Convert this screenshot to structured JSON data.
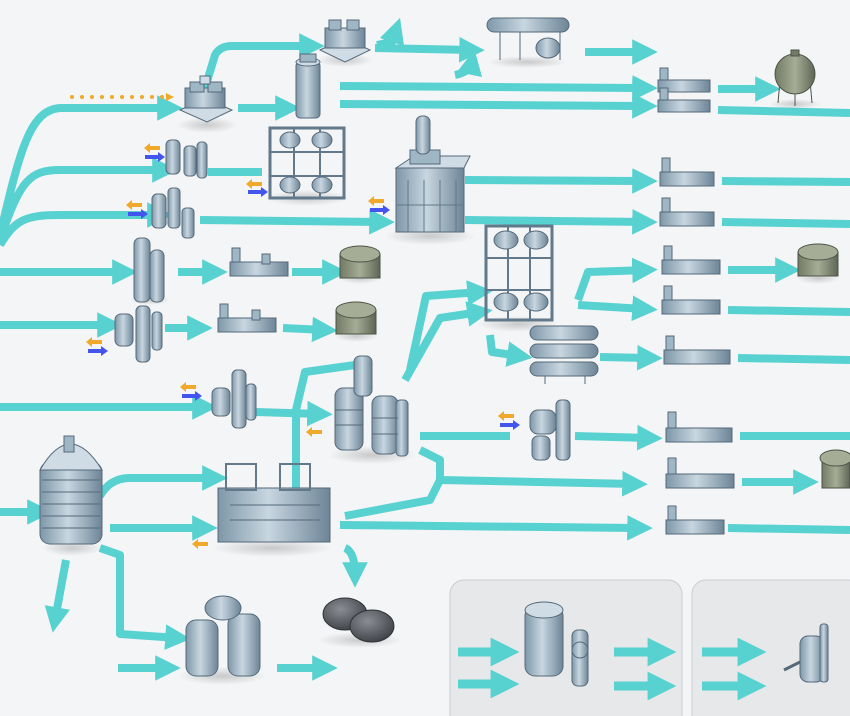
{
  "colors": {
    "background": "#f4f5f6",
    "pipe": "#58d1d1",
    "pipe_edge": "#2fa9aa",
    "equipment": "#9fb6c5",
    "equipment_dark": "#61798b",
    "equipment_light": "#cfdce5",
    "tank_green": "#8e9580",
    "tank_green_dark": "#5f6555",
    "gravel": "#65686d",
    "blue_arrow": "#4455ee",
    "yellow_arrow": "#f0a92a",
    "panel": "#e6e8ea"
  },
  "diagram": {
    "kind": "isometric refinery process flow",
    "labels": [],
    "units": [
      {
        "id": "crude-column",
        "icon": "tall-column"
      },
      {
        "id": "vacuum-unit",
        "icon": "process-block"
      },
      {
        "id": "fcc-unit",
        "icon": "process-block"
      },
      {
        "id": "hydrotreater",
        "icon": "reactor-tower"
      },
      {
        "id": "alkylation",
        "icon": "column-pair"
      },
      {
        "id": "coker-product",
        "icon": "gravel-pile"
      },
      {
        "id": "gas-plant",
        "icon": "gas-sphere"
      },
      {
        "id": "storage-tanks",
        "icon": "tank"
      },
      {
        "id": "blending-pumps",
        "icon": "pump"
      }
    ],
    "legend_panels": 2
  }
}
